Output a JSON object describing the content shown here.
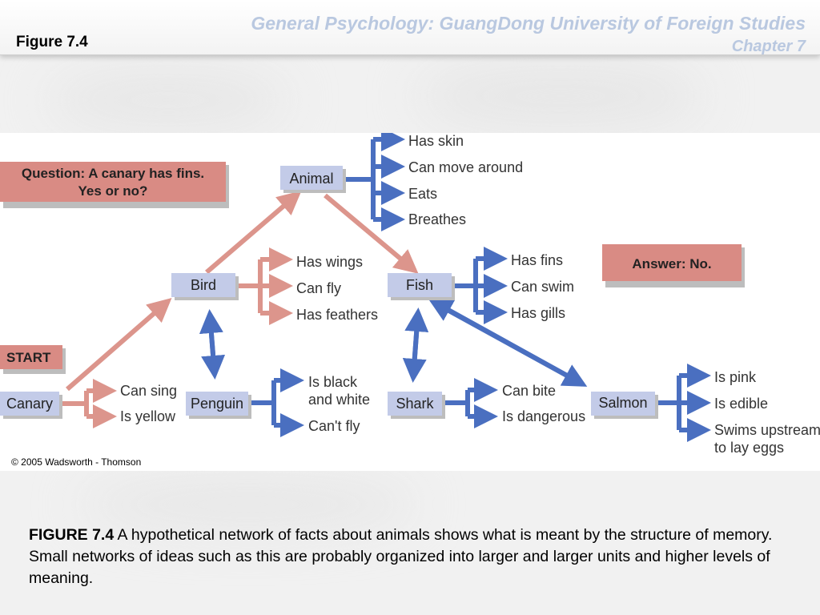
{
  "header": {
    "slide_label": "Figure 7.4",
    "course_title": "General Psychology: GuangDong University of Foreign Studies",
    "chapter": "Chapter 7"
  },
  "diagram": {
    "question": {
      "line1": "Question: A canary has fins.",
      "line2": "Yes or no?"
    },
    "answer": "Answer: No.",
    "start": "START",
    "nodes": {
      "animal": "Animal",
      "bird": "Bird",
      "fish": "Fish",
      "canary": "Canary",
      "penguin": "Penguin",
      "shark": "Shark",
      "salmon": "Salmon"
    },
    "properties": {
      "animal": [
        "Has skin",
        "Can move around",
        "Eats",
        "Breathes"
      ],
      "bird": [
        "Has wings",
        "Can fly",
        "Has feathers"
      ],
      "fish": [
        "Has fins",
        "Can swim",
        "Has gills"
      ],
      "canary": [
        "Can sing",
        "Is yellow"
      ],
      "penguin": [
        "Is black",
        "and white",
        "Can't fly"
      ],
      "shark": [
        "Can bite",
        "Is dangerous"
      ],
      "salmon": [
        "Is pink",
        "Is edible",
        "Swims upstream",
        "to lay eggs"
      ]
    },
    "colors": {
      "node_blue": "#c3cbe8",
      "pink_box": "#d98b84",
      "blue_arrow": "#4a6fc0",
      "red_arrow": "#dc958c"
    }
  },
  "copyright": "© 2005 Wadsworth - Thomson",
  "caption": {
    "label": "FIGURE 7.4",
    "text": " A hypothetical network of facts about animals shows what is meant by the structure of memory. Small networks of ideas such as this are probably organized into larger and larger units and higher levels of meaning."
  }
}
